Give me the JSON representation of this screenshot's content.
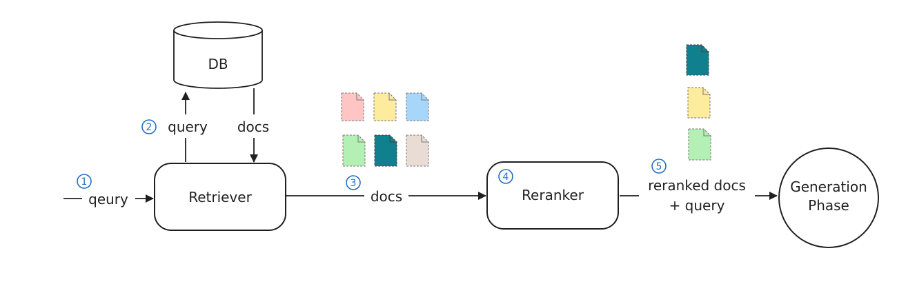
{
  "nodes": {
    "db": "DB",
    "retriever": "Retriever",
    "reranker": "Reranker",
    "generation_line1": "Generation",
    "generation_line2": "Phase"
  },
  "edges": {
    "input_query": "qeury",
    "db_query": "query",
    "db_docs": "docs",
    "retriever_docs": "docs",
    "reranked_line1": "reranked docs",
    "reranked_line2": "+ query"
  },
  "steps": [
    "1",
    "2",
    "3",
    "4",
    "5"
  ],
  "colors": {
    "doc_pink": "#ffc4c4",
    "doc_yellow": "#fdeb9e",
    "doc_blue": "#a7d6fb",
    "doc_green": "#b4f0b4",
    "doc_teal": "#10808f",
    "doc_beige": "#e8dcd4",
    "step_blue": "#1f6fc4",
    "stroke": "#1f1f1f"
  }
}
